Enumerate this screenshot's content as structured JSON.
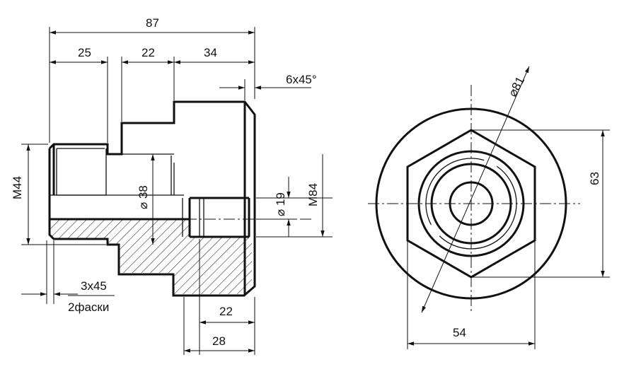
{
  "drawing": {
    "front_view": {
      "overall_length": "87",
      "len_thread_section": "25",
      "len_middle_section": "22",
      "len_flange_section": "34",
      "chamfer_right": "6x45°",
      "dia_thread": "M44",
      "dia_middle": "⌀ 38",
      "dia_bore": "⌀ 19",
      "dia_flange_thread": "M84",
      "chamfer_left": "3x45",
      "chamfer_note": "2фаски",
      "bore_depth_inner": "22",
      "bore_depth_outer": "28"
    },
    "side_view": {
      "outer_diameter": "⌀81",
      "hex_height": "63",
      "hex_width": "54"
    },
    "colors": {
      "line": "#111111",
      "background": "#ffffff"
    }
  }
}
